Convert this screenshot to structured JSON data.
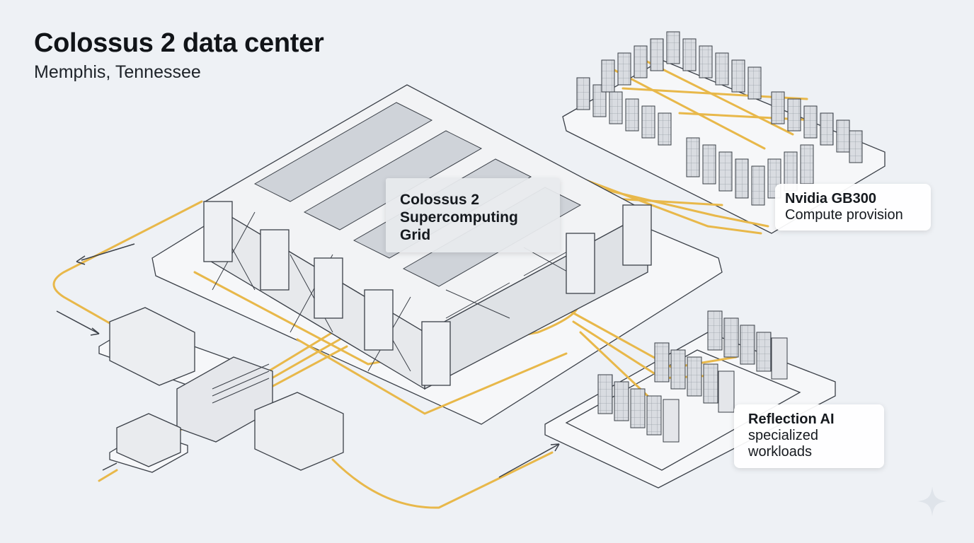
{
  "header": {
    "title": "Colossus 2 data center",
    "subtitle": "Memphis, Tennessee"
  },
  "labels": {
    "center": "Colossus 2 Supercomputing Grid",
    "nvidia_title": "Nvidia GB300",
    "nvidia_sub": "Compute provision",
    "reflection_title": "Reflection AI",
    "reflection_sub": "specialized workloads"
  },
  "colors": {
    "background": "#eef1f5",
    "power_line": "#e8b84a",
    "structure_stroke": "#3b4048",
    "structure_fill": "#f4f5f7"
  },
  "icons": [
    "arrow-icon",
    "sparkle-icon"
  ]
}
